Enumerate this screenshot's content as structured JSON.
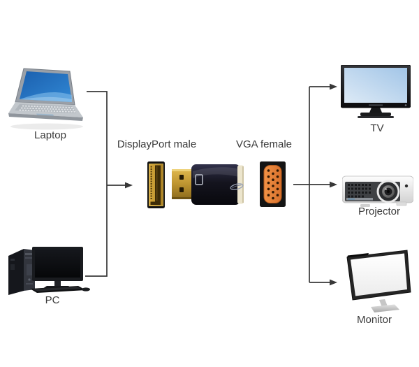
{
  "diagram": {
    "sources": [
      {
        "id": "laptop",
        "label": "Laptop"
      },
      {
        "id": "pc",
        "label": "PC"
      }
    ],
    "adapter": {
      "connector_left_label": "DisplayPort male",
      "connector_right_label": "VGA female"
    },
    "outputs": [
      {
        "id": "tv",
        "label": "TV"
      },
      {
        "id": "projector",
        "label": "Projector"
      },
      {
        "id": "monitor",
        "label": "Monitor"
      }
    ],
    "icons": [
      "laptop-icon",
      "pc-icon",
      "displayport-male-connector-icon",
      "dp-to-vga-adapter-icon",
      "vga-female-connector-icon",
      "tv-icon",
      "projector-icon",
      "monitor-icon",
      "arrow-icon"
    ],
    "colors": {
      "background": "#ffffff",
      "line": "#383838",
      "label_text": "#3a3a3a",
      "laptop_screen_blue": "#2a7cc9",
      "dp_connector_gold": "#c79a33",
      "adapter_body_black": "#14141e",
      "adapter_cap_cream": "#ece5cd",
      "vga_connector_orange": "#e8823a",
      "tv_screen_blue": "#aecde9"
    }
  }
}
